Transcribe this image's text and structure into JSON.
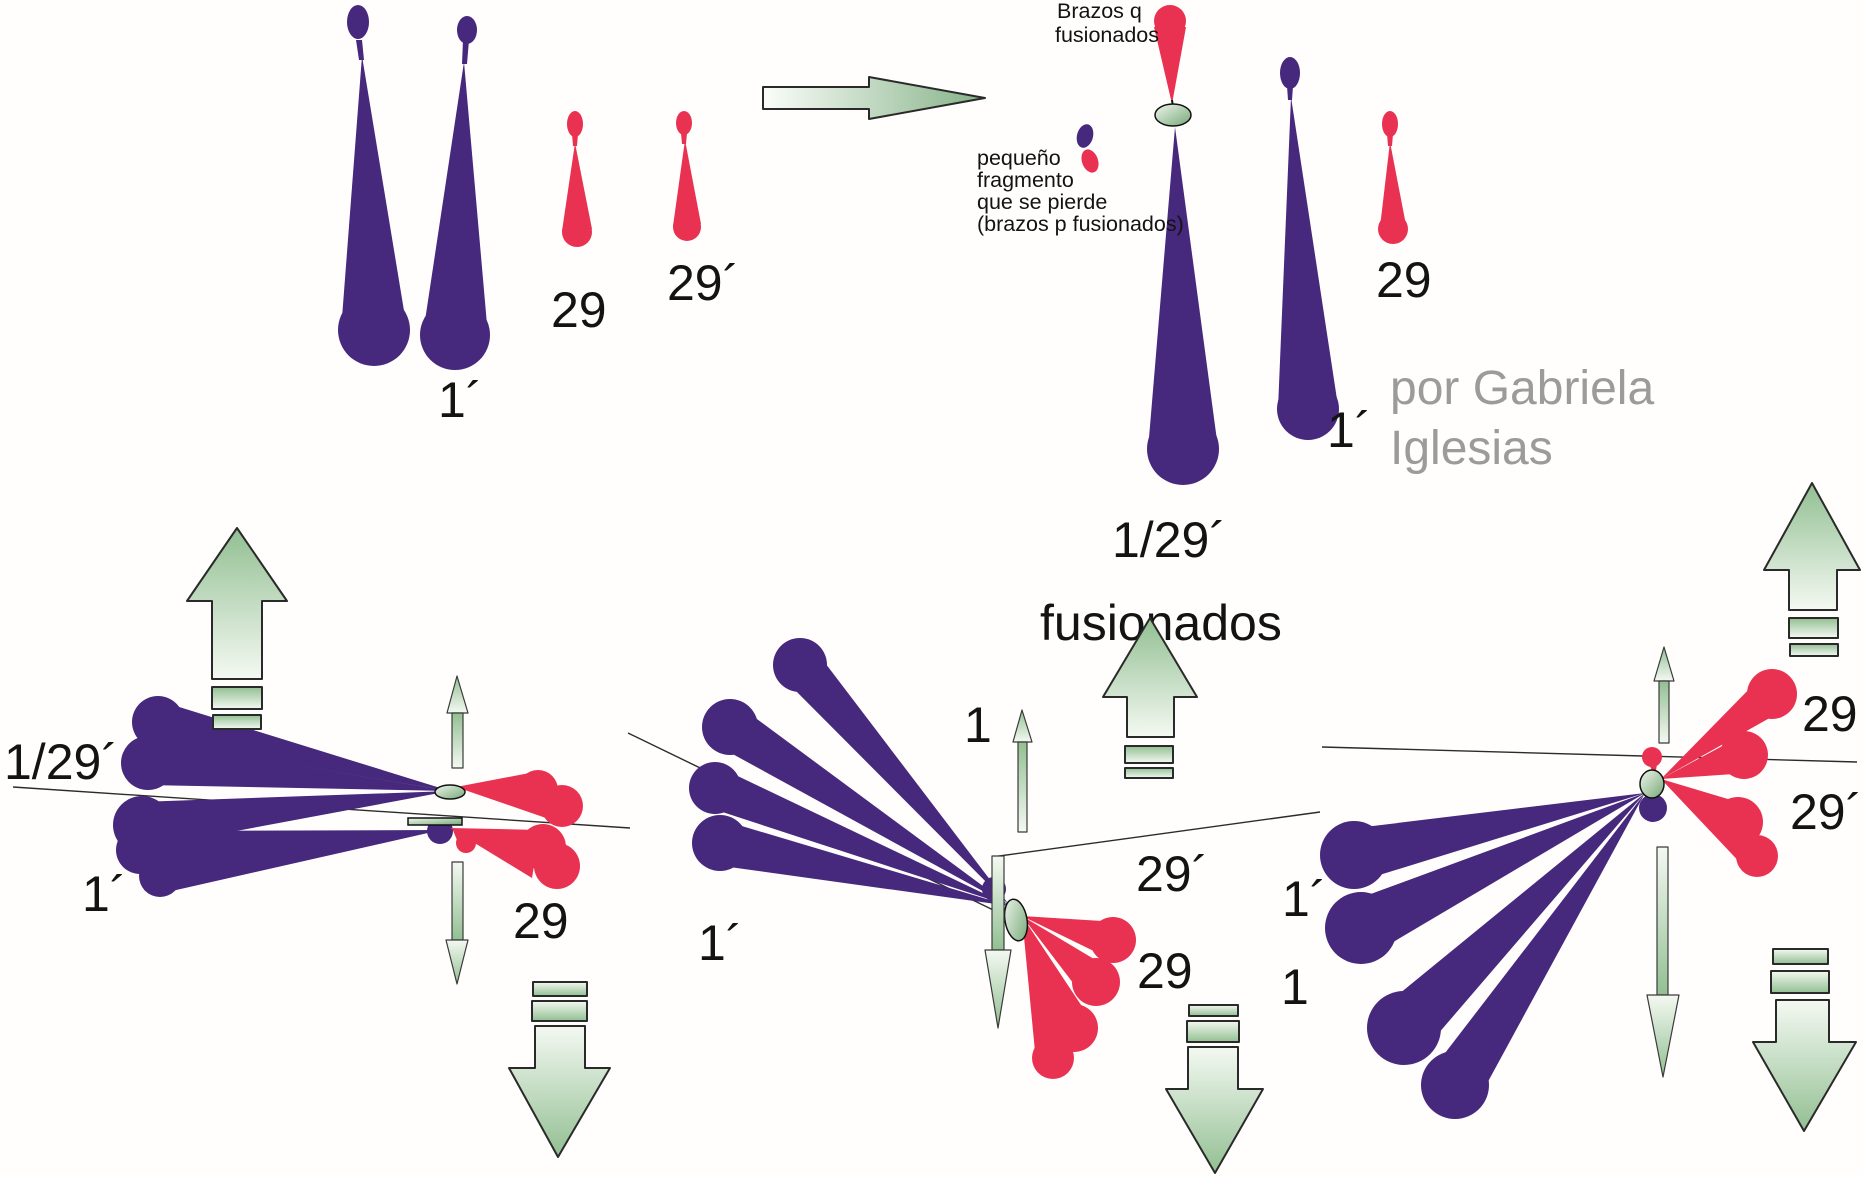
{
  "colors": {
    "chromosome_purple": "#46287c",
    "chromosome_red": "#e93251",
    "arrow_green": "#92bf92",
    "centromere_green": "#a8cba5",
    "annotation_black": "#131313",
    "credit_gray": "#9b9b9b"
  },
  "stage_initial": {
    "label_pair_1": "1´",
    "label_29": "29",
    "label_29_prime": "29´"
  },
  "stage_fused": {
    "annotation_q_line1": "Brazos q",
    "annotation_q_line2": "fusionados",
    "fragment_lines": [
      "pequeño",
      "fragmento",
      "que se pierde",
      " (brazos p fusionados)"
    ],
    "label_fused": "1/29´",
    "label_fused_word": "fusionados",
    "label_1_prime": "1´",
    "label_29": "29"
  },
  "credit": {
    "line1": "por Gabriela",
    "line2": "Iglesias"
  },
  "anaphase_left": {
    "label_fused": "1/29´",
    "label_1_prime": "1´",
    "label_29": "29"
  },
  "anaphase_middle": {
    "label_1": "1",
    "label_1_prime": "1´",
    "label_29_prime": "29´",
    "label_29": "29"
  },
  "anaphase_right": {
    "label_29": "29",
    "label_29_prime": "29´",
    "label_1_prime": "1´",
    "label_1": "1"
  }
}
